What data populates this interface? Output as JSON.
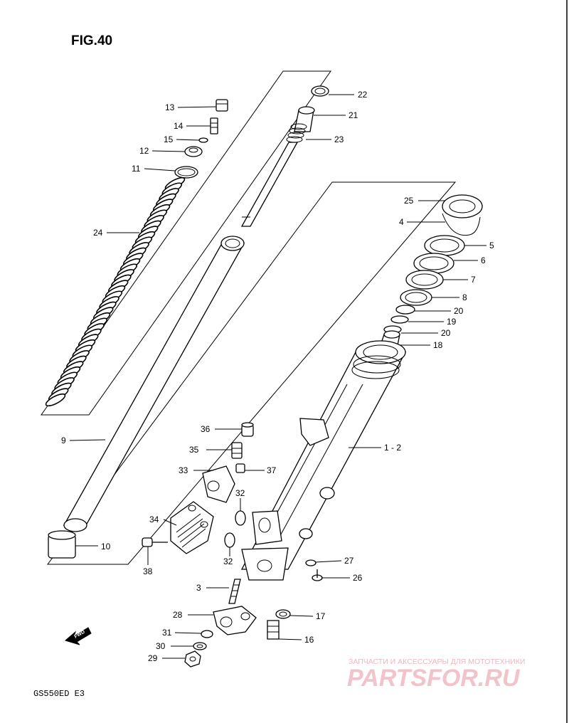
{
  "figure": {
    "title": "FIG.40",
    "model": "GS550ED  E3"
  },
  "watermark": {
    "caption": "ЗАПЧАСТИ И АКСЕССУАРЫ ДЛЯ МОТОТЕХНИКИ",
    "brand": "PARTSFOR.RU"
  },
  "fwd_label": "FWD",
  "callouts": [
    {
      "id": "c13",
      "label": "13"
    },
    {
      "id": "c14",
      "label": "14"
    },
    {
      "id": "c15",
      "label": "15"
    },
    {
      "id": "c12",
      "label": "12"
    },
    {
      "id": "c11",
      "label": "11"
    },
    {
      "id": "c24",
      "label": "24"
    },
    {
      "id": "c9",
      "label": "9"
    },
    {
      "id": "c10",
      "label": "10"
    },
    {
      "id": "c22",
      "label": "22"
    },
    {
      "id": "c21",
      "label": "21"
    },
    {
      "id": "c23",
      "label": "23"
    },
    {
      "id": "c25",
      "label": "25"
    },
    {
      "id": "c4",
      "label": "4"
    },
    {
      "id": "c5",
      "label": "5"
    },
    {
      "id": "c6",
      "label": "6"
    },
    {
      "id": "c7",
      "label": "7"
    },
    {
      "id": "c8",
      "label": "8"
    },
    {
      "id": "c20a",
      "label": "20"
    },
    {
      "id": "c19",
      "label": "19"
    },
    {
      "id": "c20b",
      "label": "20"
    },
    {
      "id": "c18",
      "label": "18"
    },
    {
      "id": "c1-2",
      "label": "1 - 2"
    },
    {
      "id": "c36",
      "label": "36"
    },
    {
      "id": "c35",
      "label": "35"
    },
    {
      "id": "c33",
      "label": "33"
    },
    {
      "id": "c37",
      "label": "37"
    },
    {
      "id": "c32a",
      "label": "32"
    },
    {
      "id": "c34",
      "label": "34"
    },
    {
      "id": "c32b",
      "label": "32"
    },
    {
      "id": "c38",
      "label": "38"
    },
    {
      "id": "c27",
      "label": "27"
    },
    {
      "id": "c26",
      "label": "26"
    },
    {
      "id": "c3",
      "label": "3"
    },
    {
      "id": "c28",
      "label": "28"
    },
    {
      "id": "c17",
      "label": "17"
    },
    {
      "id": "c31",
      "label": "31"
    },
    {
      "id": "c16",
      "label": "16"
    },
    {
      "id": "c30",
      "label": "30"
    },
    {
      "id": "c29",
      "label": "29"
    }
  ]
}
